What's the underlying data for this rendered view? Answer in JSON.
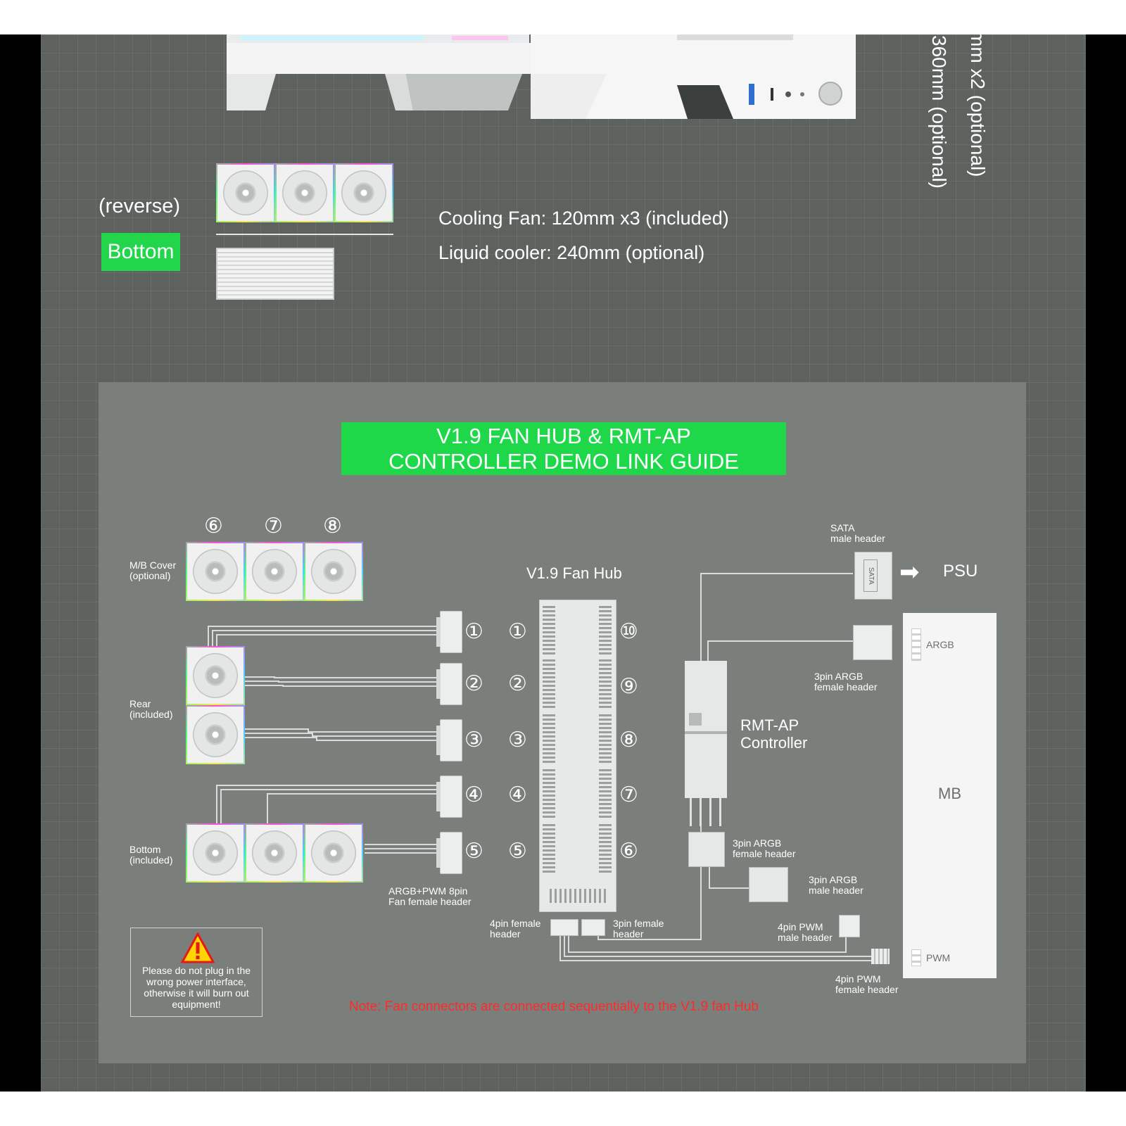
{
  "top_section": {
    "side_text_1": "mm x2 (optional)",
    "side_text_2": "360mm (optional)",
    "reverse_label": "(reverse)",
    "bottom_badge": "Bottom",
    "cooling_fan": "Cooling Fan: 120mm x3 (included)",
    "liquid_cooler": "Liquid cooler: 240mm (optional)"
  },
  "guide": {
    "title_line1": "V1.9 FAN HUB & RMT-AP",
    "title_line2": "CONTROLLER DEMO LINK GUIDE",
    "fan_groups": {
      "mb_cover": "M/B Cover\n(optional)",
      "rear": "Rear\n(included)",
      "bottom": "Bottom\n(included)"
    },
    "top_numbers": [
      "⑥",
      "⑦",
      "⑧"
    ],
    "left_numbers": [
      "①",
      "②",
      "③",
      "④",
      "⑤"
    ],
    "hub_left_numbers": [
      "①",
      "②",
      "③",
      "④",
      "⑤"
    ],
    "hub_right_numbers": [
      "⑩",
      "⑨",
      "⑧",
      "⑦",
      "⑥"
    ],
    "hub_title": "V1.9 Fan Hub",
    "argb_pwm_label": "ARGB+PWM 8pin\nFan female header",
    "pin4_female": "4pin female\nheader",
    "pin3_female": "3pin female\nheader",
    "sata_label": "SATA\nmale header",
    "sata_text": "SATA",
    "psu": "PSU",
    "argb_female_top": "3pin ARGB\nfemale header",
    "rmt_controller": "RMT-AP\nController",
    "argb_female_bottom": "3pin ARGB\nfemale header",
    "argb_male": "3pin ARGB\nmale header",
    "pwm_male": "4pin PWM\nmale header",
    "pwm_female": "4pin PWM\nfemale header",
    "mb_argb": "ARGB",
    "mb_label": "MB",
    "mb_pwm": "PWM",
    "warning": "Please do not plug in the wrong power interface, otherwise it will burn out equipment!",
    "note": "Note: Fan connectors are connected sequentially to the V1.9 fan Hub"
  }
}
